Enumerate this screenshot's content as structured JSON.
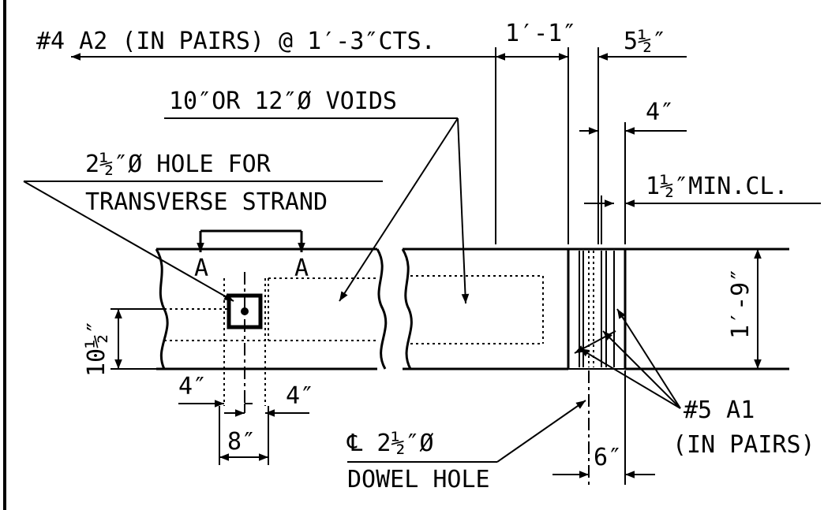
{
  "labels": {
    "rebar_a2": "#4 A2 (IN PAIRS) @ 1′-3″CTS.",
    "dim_1_1": "1′-1″",
    "dim_5_5": "5½″",
    "voids": "10″OR 12″Ø VOIDS",
    "dim_4_top": "4″",
    "hole_line1": "2½″Ø HOLE FOR",
    "hole_line2": "TRANSVERSE STRAND",
    "min_cl": "1½″MIN.CL.",
    "section_a1": "A",
    "section_a2": "A",
    "dim_1_9": "1′-9″",
    "dim_10_5": "10½″",
    "dim_4_left": "4″",
    "dim_4_right": "4″",
    "dim_8": "8″",
    "dowel_line1": "℄ 2½″Ø",
    "dowel_line2": "DOWEL HOLE",
    "dim_6": "6″",
    "rebar_a1_line1": "#5 A1",
    "rebar_a1_line2": "(IN PAIRS)"
  }
}
